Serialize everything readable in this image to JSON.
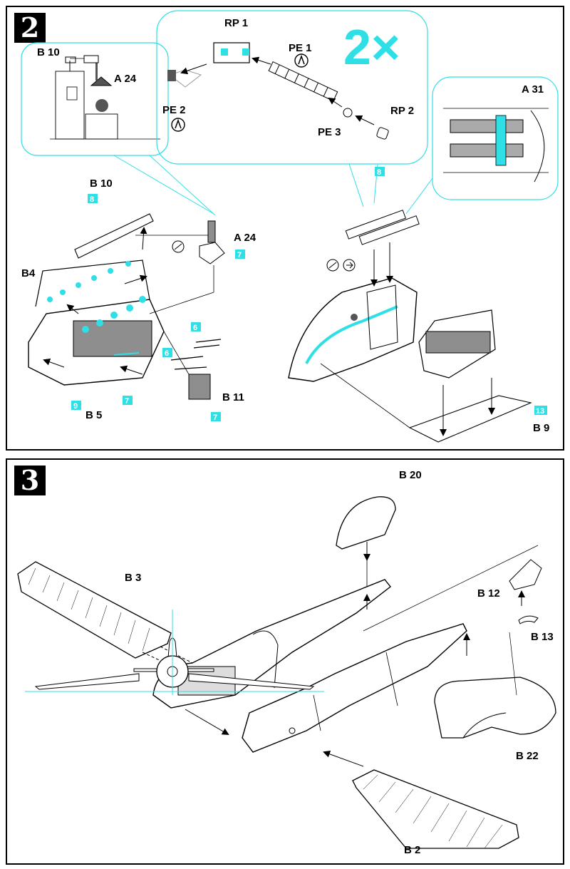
{
  "colors": {
    "accent": "#2ee0e6",
    "ink": "#000000",
    "part_grey": "#8e8e8e"
  },
  "step2": {
    "number": "2",
    "multiplier": "2×",
    "labels": {
      "b10_detail": "B 10",
      "a24_detail": "A 24",
      "rp1": "RP 1",
      "pe1": "PE 1",
      "pe2": "PE 2",
      "pe3": "PE 3",
      "rp2": "RP 2",
      "a31": "A 31",
      "b10": "B 10",
      "a24": "A 24",
      "b4": "B4",
      "b5": "B 5",
      "b11": "B 11",
      "b9": "B 9"
    },
    "color_codes": {
      "c8_exhaust": "8",
      "c7_a24": "7",
      "c6_top": "6",
      "c6_mid": "6",
      "c9": "9",
      "c7_b5": "7",
      "c7_b11": "7",
      "c8_guns": "8",
      "c13": "13"
    },
    "icons": [
      "bend-icon",
      "bend-icon",
      "remove-icon",
      "drill-icon"
    ]
  },
  "step3": {
    "number": "3",
    "labels": {
      "b20": "B 20",
      "b3": "B 3",
      "b12": "B 12",
      "b13": "B 13",
      "b22": "B 22",
      "b2": "B 2"
    }
  }
}
